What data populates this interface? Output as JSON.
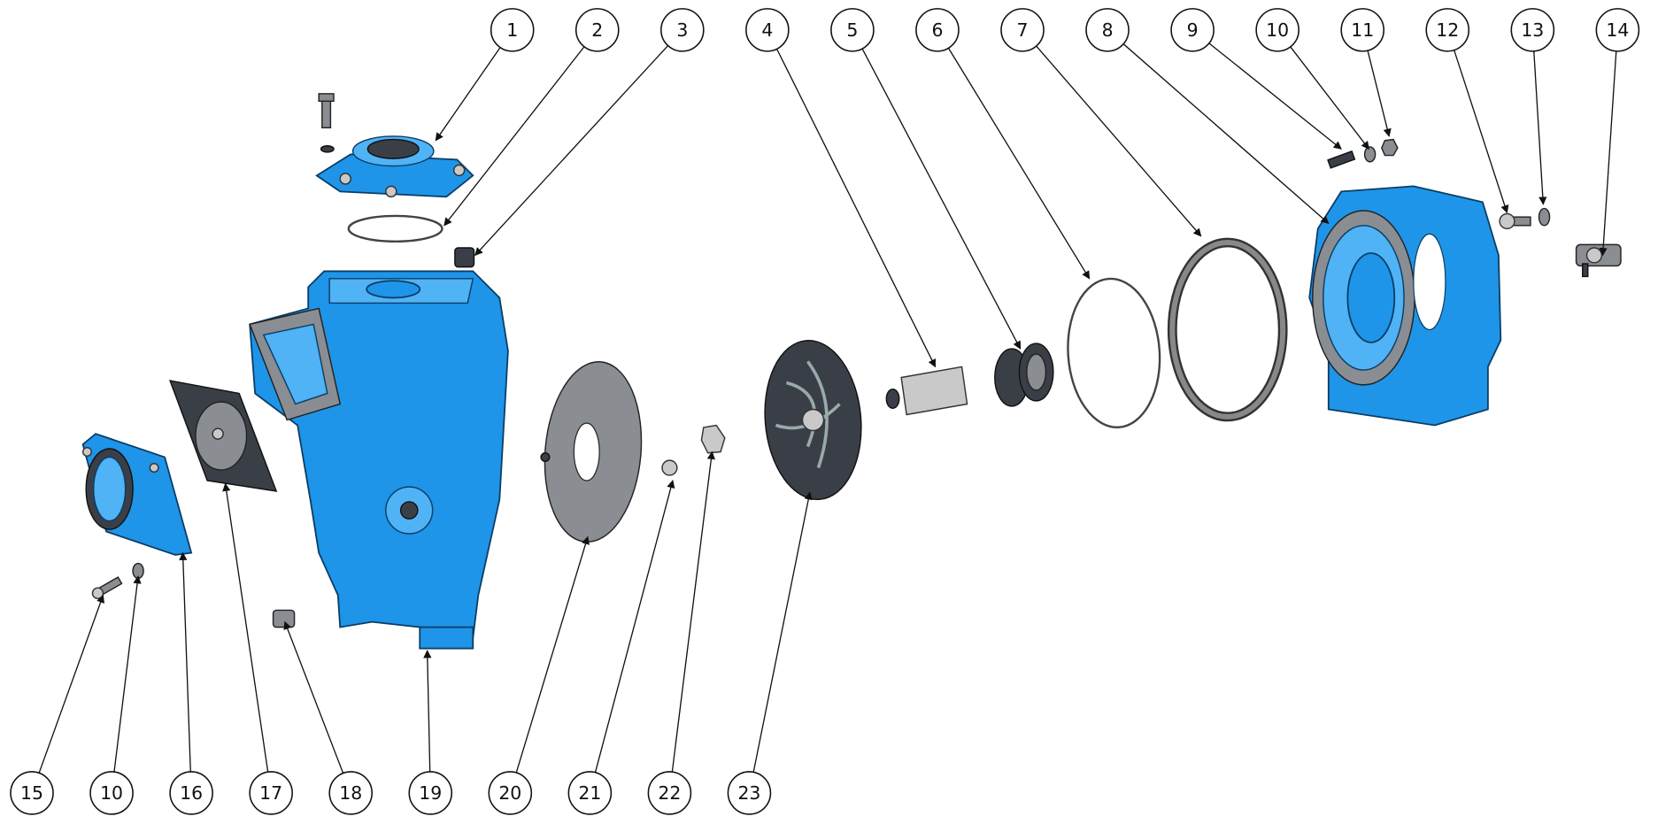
{
  "title": "Pump exploded view",
  "colors": {
    "housing": "#1e95e8",
    "outline": "#0b3d66",
    "rubber": "#3a3f47"
  },
  "balloons_top": [
    {
      "label": "1"
    },
    {
      "label": "2"
    },
    {
      "label": "3"
    },
    {
      "label": "4"
    },
    {
      "label": "5"
    },
    {
      "label": "6"
    },
    {
      "label": "7"
    },
    {
      "label": "8"
    },
    {
      "label": "9"
    },
    {
      "label": "10"
    },
    {
      "label": "11"
    },
    {
      "label": "12"
    },
    {
      "label": "13"
    },
    {
      "label": "14"
    }
  ],
  "balloons_bottom": [
    {
      "label": "15"
    },
    {
      "label": "10"
    },
    {
      "label": "16"
    },
    {
      "label": "17"
    },
    {
      "label": "18"
    },
    {
      "label": "19"
    },
    {
      "label": "20"
    },
    {
      "label": "21"
    },
    {
      "label": "22"
    },
    {
      "label": "23"
    }
  ]
}
